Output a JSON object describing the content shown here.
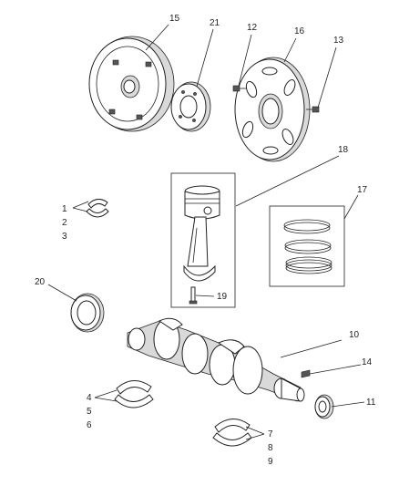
{
  "diagram": {
    "callouts": {
      "n1": "1",
      "n2": "2",
      "n3": "3",
      "n4": "4",
      "n5": "5",
      "n6": "6",
      "n7": "7",
      "n8": "8",
      "n9": "9",
      "n10": "10",
      "n11": "11",
      "n12": "12",
      "n13": "13",
      "n14": "14",
      "n15": "15",
      "n16": "16",
      "n17": "17",
      "n18": "18",
      "n19": "19",
      "n20": "20",
      "n21": "21"
    }
  }
}
